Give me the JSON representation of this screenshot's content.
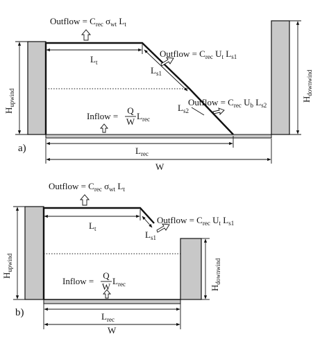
{
  "panel_a": {
    "label": "a)",
    "outflow_top": {
      "prefix": "Outflow = C",
      "sub1": "rec",
      "mid1": " σ",
      "sub2": "wt",
      "mid2": " L",
      "sub3": "t"
    },
    "outflow_s1": {
      "prefix": "Outflow = C",
      "sub1": "rec",
      "mid1": " U",
      "sub2": "t",
      "mid2": " L",
      "sub3": "s1"
    },
    "outflow_s2": {
      "prefix": "Outflow = C",
      "sub1": "rec",
      "mid1": " U",
      "sub2": "b",
      "mid2": " L",
      "sub3": "s2"
    },
    "inflow": {
      "prefix": "Inflow = ",
      "num": "Q",
      "den": "W",
      "tail": " L",
      "tail_sub": "rec"
    },
    "lt": {
      "main": "L",
      "sub": "t"
    },
    "ls1": {
      "main": "L",
      "sub": "s1"
    },
    "ls2": {
      "main": "L",
      "sub": "s2"
    },
    "lrec": {
      "main": "L",
      "sub": "rec"
    },
    "w": "W",
    "h_upwind": {
      "main": "H",
      "sub": "upwind"
    },
    "h_downwind": {
      "main": "H",
      "sub": "downwind"
    }
  },
  "panel_b": {
    "label": "b)",
    "outflow_top": {
      "prefix": "Outflow = C",
      "sub1": "rec",
      "mid1": " σ",
      "sub2": "wt",
      "mid2": " L",
      "sub3": "t"
    },
    "outflow_s1": {
      "prefix": "Outflow = C",
      "sub1": "rec",
      "mid1": " U",
      "sub2": "t",
      "mid2": " L",
      "sub3": "s1"
    },
    "inflow": {
      "prefix": "Inflow = ",
      "num": "Q",
      "den": "W",
      "tail": " L",
      "tail_sub": "rec"
    },
    "lt": {
      "main": "L",
      "sub": "t"
    },
    "ls1": {
      "main": "L",
      "sub": "s1"
    },
    "lrec": {
      "main": "L",
      "sub": "rec"
    },
    "w": "W",
    "h_upwind": {
      "main": "H",
      "sub": "upwind"
    },
    "h_downwind": {
      "main": "H",
      "sub": "downwind"
    }
  }
}
